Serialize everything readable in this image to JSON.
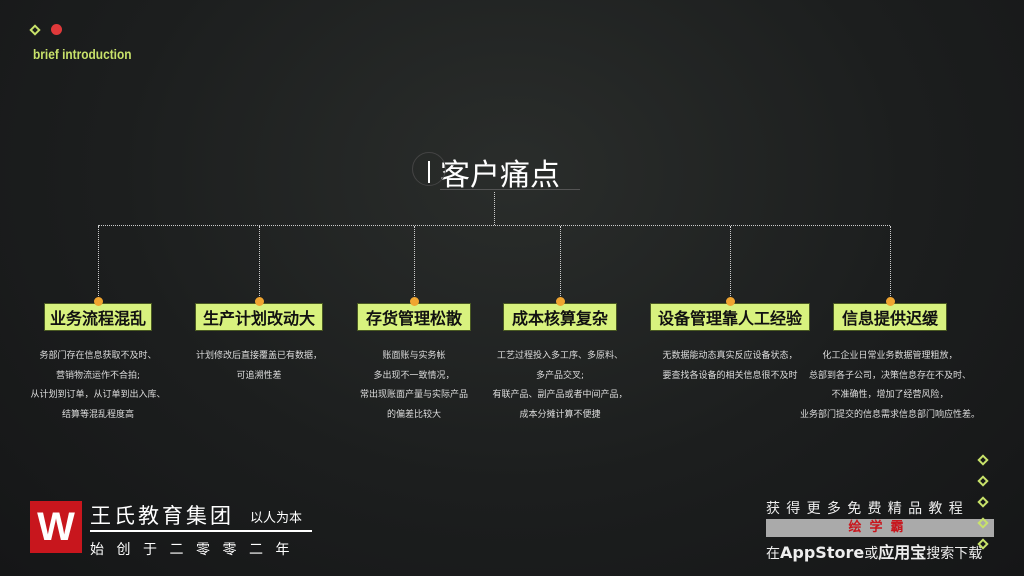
{
  "header": {
    "subtitle": "brief introduction"
  },
  "title": "客户痛点",
  "items": [
    {
      "label": "业务流程混乱",
      "desc": [
        "务部门存在信息获取不及时、",
        "营销物流运作不合拍;",
        "从计划到订单，从订单到出入库、",
        "结算等混乱程度高"
      ]
    },
    {
      "label": "生产计划改动大",
      "desc": [
        "计划修改后直接覆盖已有数据，",
        "可追溯性差"
      ]
    },
    {
      "label": "存货管理松散",
      "desc": [
        "账面账与实务帐",
        "多出现不一致情况，",
        "常出现账面产量与实际产品",
        "的偏差比较大"
      ]
    },
    {
      "label": "成本核算复杂",
      "desc": [
        "工艺过程投入多工序、多原料、",
        "多产品交叉;",
        "有联产品、副产品或者中间产品，",
        "成本分摊计算不便捷"
      ]
    },
    {
      "label": "设备管理靠人工经验",
      "desc": [
        "无数据能动态真实反应设备状态，",
        "要查找各设备的相关信息很不及时"
      ]
    },
    {
      "label": "信息提供迟缓",
      "desc": [
        "化工企业日常业务数据管理粗放，",
        "总部到各子公司，决策信息存在不及时、",
        "不准确性，增加了经营风险，",
        "业务部门提交的信息需求信息部门响应性差。"
      ]
    }
  ],
  "footer": {
    "logo_letter": "W",
    "company": "王氏教育集团",
    "motto": "以人为本",
    "since": "始创于二零零二年",
    "promo_line1": "获得更多免费精品教程",
    "promo_brand": "绘学霸",
    "promo_pre": "在",
    "promo_app": "AppStore",
    "promo_or": "或",
    "promo_store": "应用宝",
    "promo_post": "搜索下载"
  },
  "colors": {
    "accent": "#d8f27e",
    "pin": "#f0a530",
    "brand_red": "#c8161d"
  }
}
